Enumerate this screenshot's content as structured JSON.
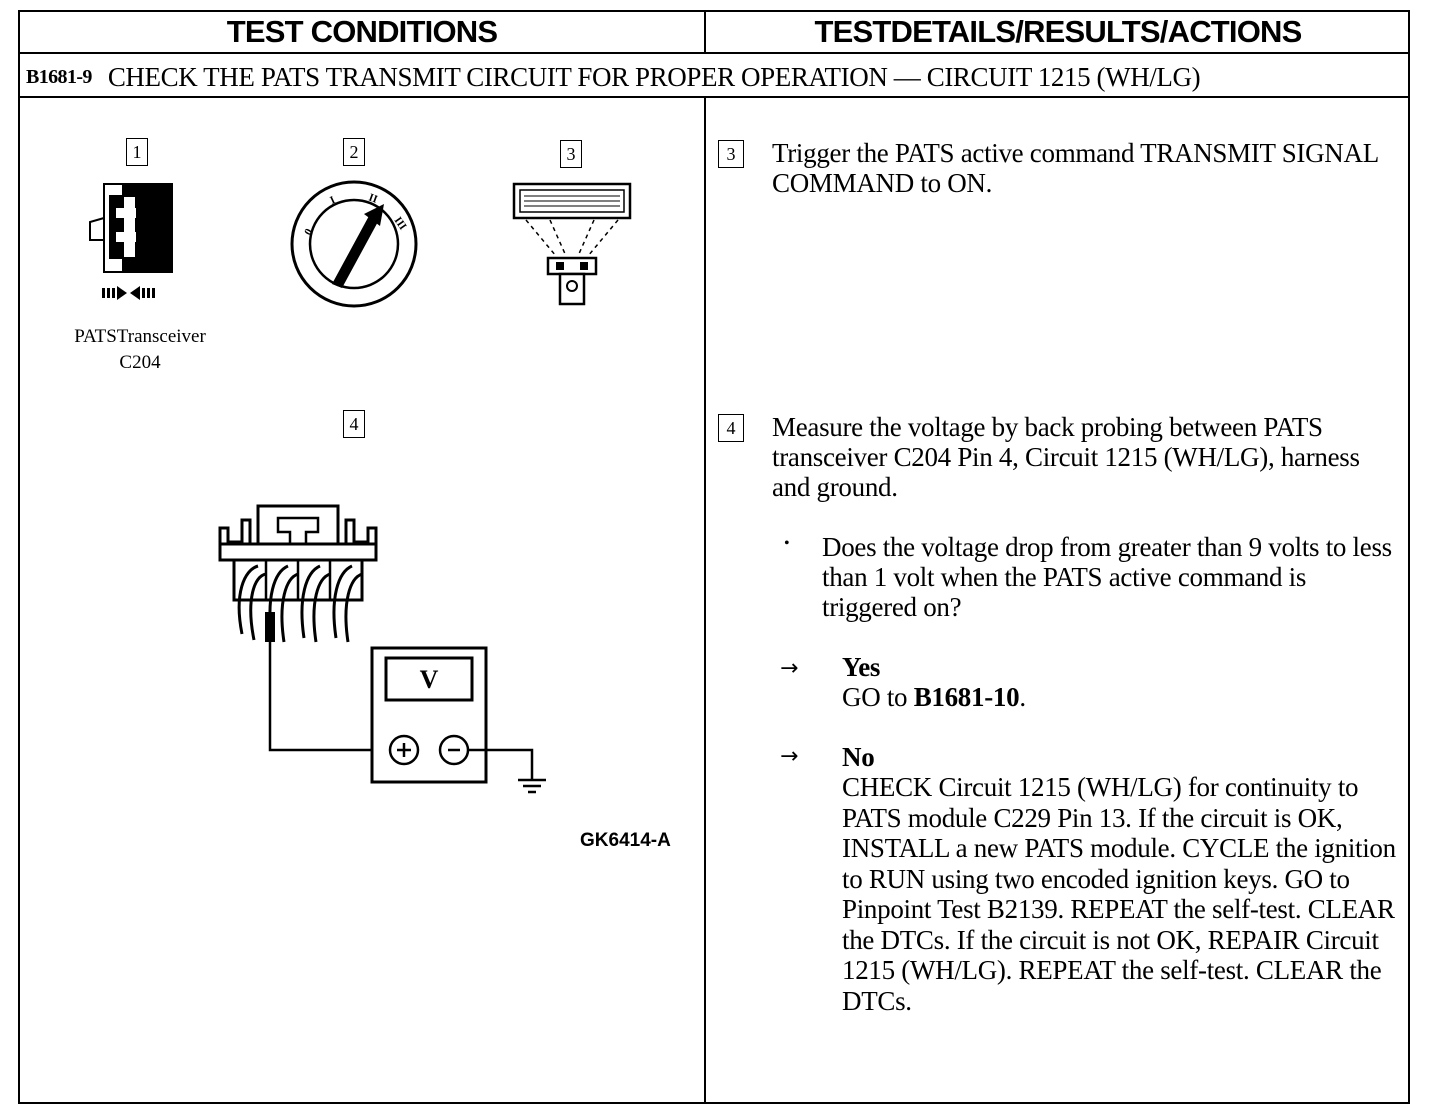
{
  "header": {
    "left_title": "TEST CONDITIONS",
    "right_title": "TESTDETAILS/RESULTS/ACTIONS"
  },
  "step": {
    "number": "B1681-9",
    "title": "CHECK THE PATS TRANSMIT CIRCUIT FOR PROPER OPERATION — CIRCUIT 1215 (WH/LG)"
  },
  "figures": {
    "box1": "1",
    "box2": "2",
    "box3": "3",
    "box4": "4",
    "connector_caption_line1": "PATSTransceiver",
    "connector_caption_line2": "C204",
    "meter_label": "V",
    "figure_id": "GK6414-A"
  },
  "details": {
    "step3_box": "3",
    "step3_text": "Trigger the PATS active command TRANSMIT SIGNAL COMMAND to ON.",
    "step4_box": "4",
    "step4_text": "Measure the voltage by back probing between PATS transceiver C204 Pin 4, Circuit 1215 (WH/LG), harness and ground.",
    "bullet": "•",
    "question": "Does the voltage drop from greater than 9 volts to less than 1 volt when the PATS active command is triggered on?",
    "arrow": "→",
    "yes_label": "Yes",
    "yes_prefix": "GO to ",
    "yes_target": "B1681-10",
    "yes_suffix": ".",
    "no_label": "No",
    "no_action": "CHECK Circuit 1215 (WH/LG) for continuity to PATS module C229 Pin 13. If the circuit is OK, INSTALL a new PATS module. CYCLE the ignition to RUN using two encoded ignition keys. GO to Pinpoint Test B2139. REPEAT the self-test. CLEAR the DTCs. If the circuit is not OK, REPAIR Circuit 1215 (WH/LG). REPEAT the self-test. CLEAR the DTCs."
  }
}
